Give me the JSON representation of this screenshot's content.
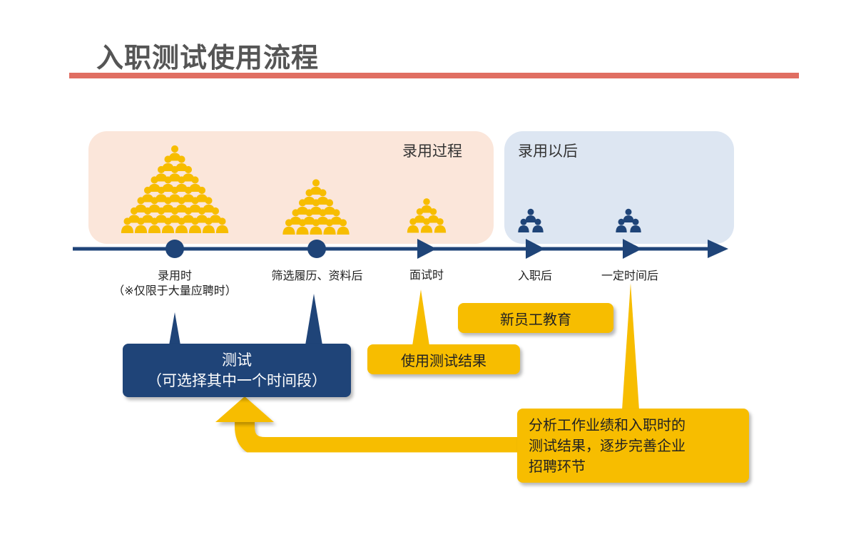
{
  "header": {
    "title": "入职测试使用流程"
  },
  "phases": {
    "process": "录用过程",
    "after": "录用以后"
  },
  "stages": {
    "hire_line1": "录用时",
    "hire_line2": "（※仅限于大量应聘时）",
    "screening": "筛选履历、资料后",
    "interview": "面试时",
    "onboard": "入职后",
    "later": "一定时间后"
  },
  "boxes": {
    "test_line1": "测试",
    "test_line2": "（可选择其中一个时间段）",
    "use_results": "使用测试结果",
    "new_employee_education": "新员工教育",
    "analysis_line1": "分析工作业绩和入职时的",
    "analysis_line2": "测试结果，逐步完善企业",
    "analysis_line3": "招聘环节"
  },
  "colors": {
    "title_bar": "#e06e62",
    "navy": "#1f4478",
    "yellow": "#f7bd00",
    "process_bg": "#fbe6da",
    "after_bg": "#dde6f2"
  },
  "icons": {
    "candidate": "person-icon",
    "employee": "person-icon"
  }
}
